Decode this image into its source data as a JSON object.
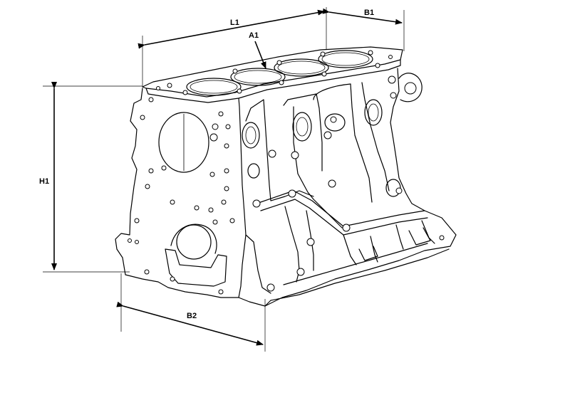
{
  "labels": {
    "l1": "L1",
    "b1": "B1",
    "a1": "A1",
    "h1": "H1",
    "b2": "B2"
  }
}
